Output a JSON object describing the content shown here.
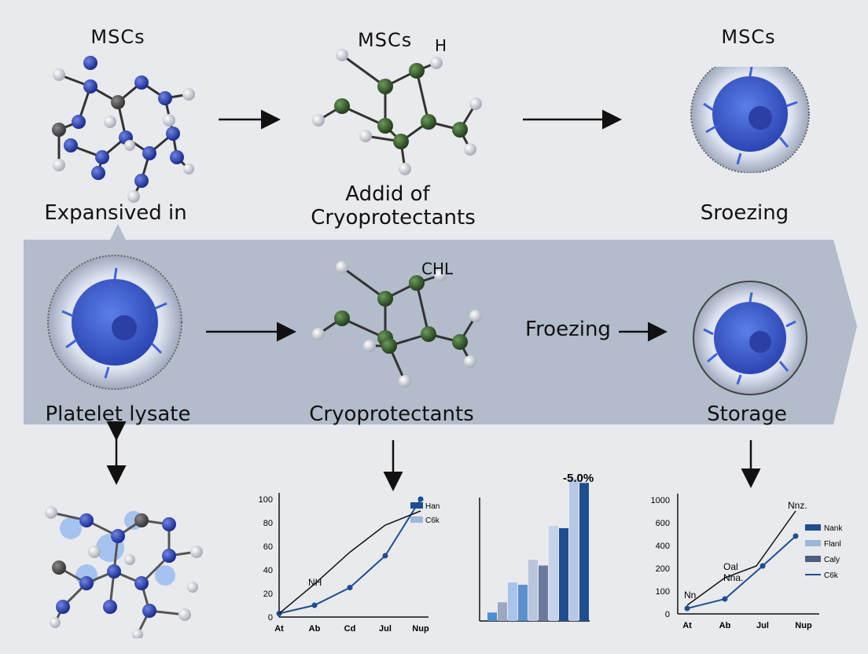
{
  "colors": {
    "background": "#e9eaed",
    "band": "#b2bccb",
    "cell_blue": "#3f62d8",
    "carbon_green": "#3e6a36",
    "atom_blue": "#2a3fa8",
    "bar_dark": "#1e4e8f",
    "bar_light": "#9db6d8"
  },
  "top_row": {
    "label_1_title": "MSCs",
    "label_1_caption": "Expansived in",
    "label_2_title": "MSCs",
    "label_2_title_suffix": "H",
    "label_2_caption_line1": "Addid of",
    "label_2_caption_line2": "Cryoprotectants",
    "label_3_title": "MSCs",
    "label_3_caption": "Sroezing"
  },
  "middle_row": {
    "caption_1": "Platelet lysate",
    "molecule_label": "CHL",
    "caption_2": "Cryoprotectants",
    "arrow_label": "Froezing",
    "caption_3": "Storage"
  },
  "charts": {
    "left": {
      "type": "line",
      "categories": [
        "At",
        "Ab",
        "Cd",
        "Jul",
        "Nup"
      ],
      "yticks": [
        "0",
        "20",
        "40",
        "60",
        "80",
        "100"
      ],
      "ylim": [
        0,
        100
      ],
      "annotation": "NH",
      "legend": [
        {
          "name": "Hank",
          "color": "#1e4e8f"
        },
        {
          "name": "C6k",
          "color": "#9db6d8"
        }
      ],
      "series": [
        {
          "name": "Hank",
          "values": [
            3,
            10,
            25,
            52,
            100
          ]
        },
        {
          "name": "C6k",
          "values": [
            3,
            28,
            55,
            78,
            90
          ]
        }
      ]
    },
    "middle": {
      "type": "bar",
      "annotation": "-5.0%",
      "values": [
        15,
        33,
        68,
        64,
        108,
        98,
        168,
        164,
        252,
        244
      ]
    },
    "right": {
      "type": "line",
      "categories": [
        "At",
        "Ab",
        "Jul",
        "Nup"
      ],
      "yticks": [
        "0",
        "100",
        "200",
        "400",
        "600",
        "1000"
      ],
      "annotation_1": "Nn",
      "annotation_2": "Oal",
      "annotation_3": "Nna.",
      "annotation_4": "Nnz.",
      "legend": [
        {
          "name": "Nank",
          "color": "#1e4e8f"
        },
        {
          "name": "Flanl",
          "color": "#9db6d8"
        },
        {
          "name": "Caly",
          "color": "#4e5e80"
        },
        {
          "name": "C6k",
          "color": "#1e4e8f"
        }
      ]
    }
  }
}
